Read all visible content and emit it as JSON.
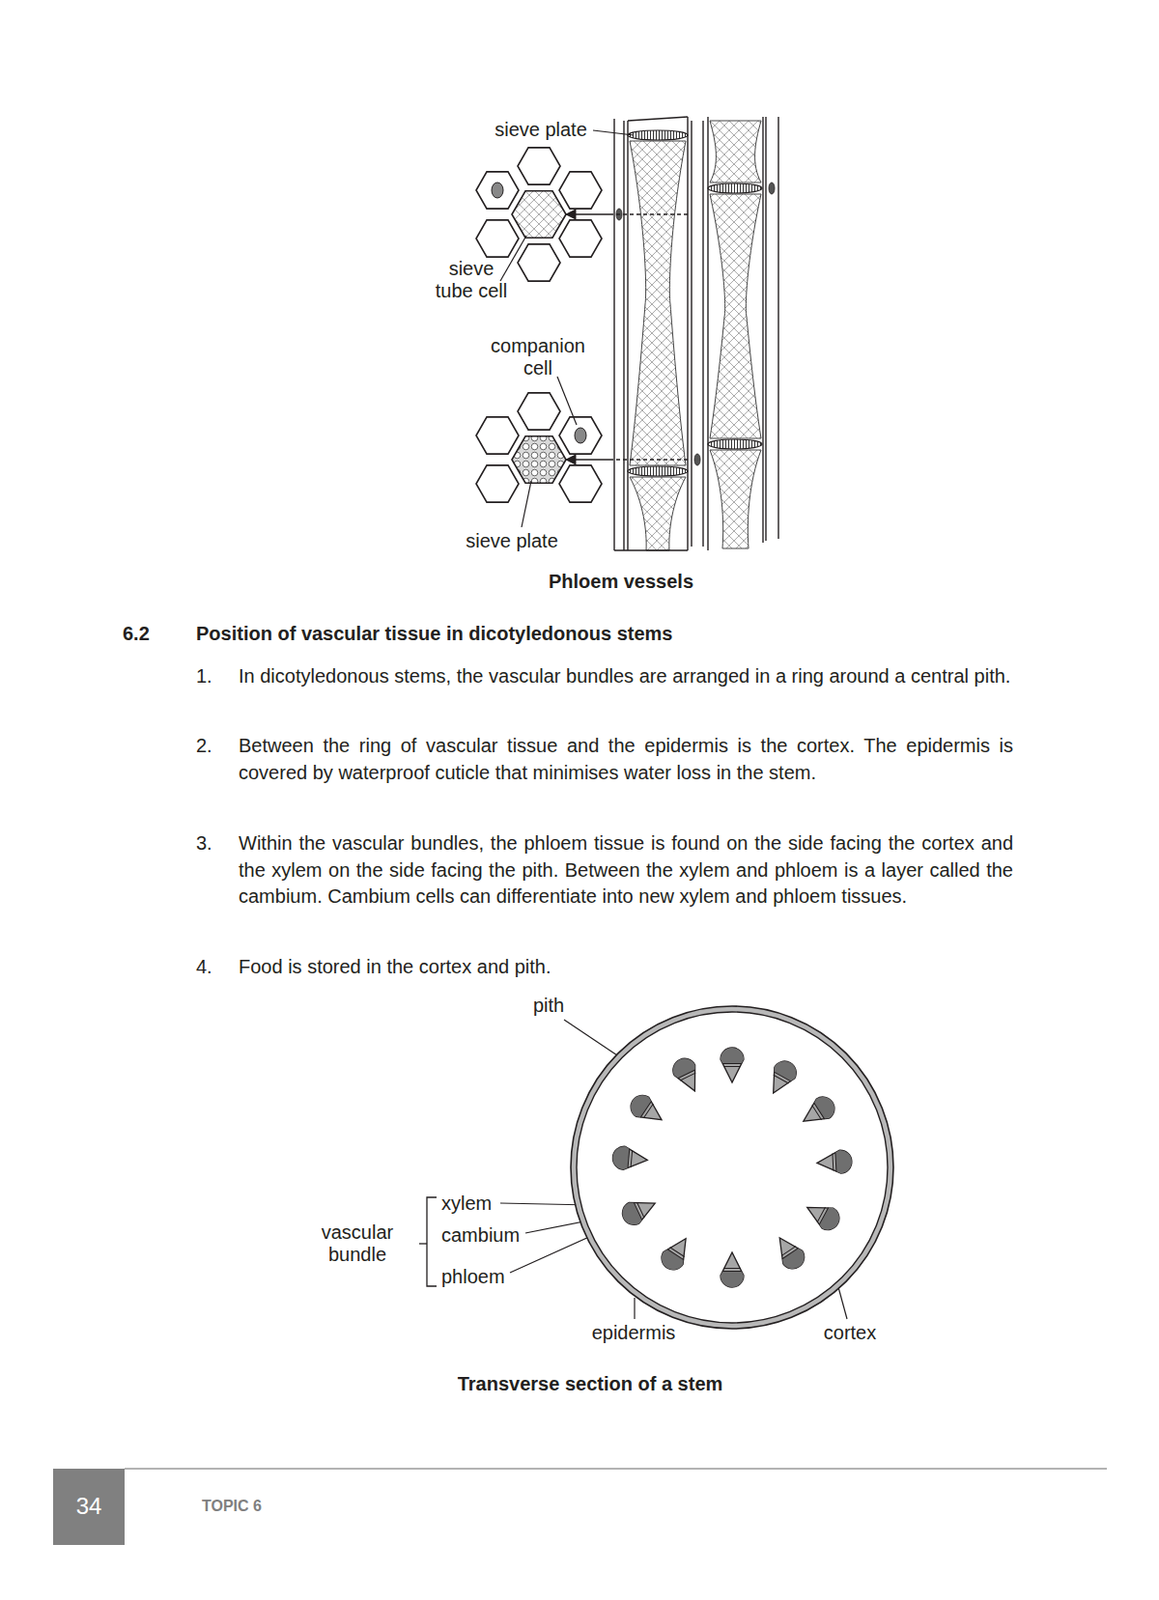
{
  "diagram": {
    "title": "Position of vascular tissue in dicotyledonous stems",
    "labels": [
      "sieve plate",
      "sieve tube cell",
      "companion cell",
      "sieve plate",
      "Phloem vessels",
      "6.2",
      "1.",
      "In dicotyledonous stems, the vascular bundles are arranged in a ring around a central pith.",
      "2.",
      "Between the ring of vascular tissue and the epidermis is the cortex. The epidermis is covered by waterproof cuticle that minimises water loss in the stem.",
      "3.",
      "Within the vascular bundles, the phloem tissue is found on the side facing the cortex and the xylem on the side facing the pith. Between the xylem and phloem is a layer called the cambium. Cambium cells can differentiate into new xylem and phloem tissues.",
      "4.",
      "Food is stored in the cortex and pith.",
      "pith",
      "xylem",
      "vascular bundle",
      "cambium",
      "phloem",
      "epidermis",
      "cortex",
      "Transverse section of a stem",
      "34",
      "TOPIC 6"
    ]
  }
}
